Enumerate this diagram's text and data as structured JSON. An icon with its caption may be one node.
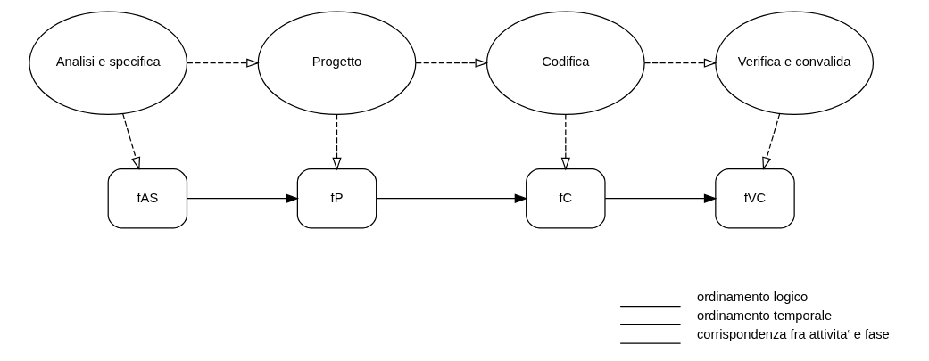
{
  "diagram": {
    "nodes": [
      {
        "text": [
          "Analisi e specifica"
        ]
      },
      {
        "text": [
          "Progetto"
        ]
      },
      {
        "text": [
          "Codifica"
        ]
      },
      {
        "text": [
          "Verifica e convalida"
        ]
      },
      {
        "text": [
          "fAS"
        ]
      },
      {
        "text": [
          "fP"
        ]
      },
      {
        "text": [
          "fC"
        ]
      },
      {
        "text": [
          "fVC"
        ]
      }
    ],
    "edges": [
      {
        "from": 0,
        "to": 1,
        "arrow": "to",
        "style": "dashed"
      },
      {
        "from": 1,
        "to": 2,
        "arrow": "to",
        "style": "dashed"
      },
      {
        "from": 2,
        "to": 3,
        "arrow": "to",
        "style": "dashed"
      },
      {
        "from": 0,
        "to": 4,
        "arrow": "to",
        "style": "dashed"
      },
      {
        "from": 1,
        "to": 5,
        "arrow": "to",
        "style": "dashed"
      },
      {
        "from": 2,
        "to": 6,
        "arrow": "to",
        "style": "dashed"
      },
      {
        "from": 3,
        "to": 7,
        "arrow": "to",
        "style": "dashed"
      },
      {
        "from": 4,
        "to": 5,
        "arrow": "to"
      },
      {
        "from": 5,
        "to": 6,
        "arrow": "to"
      },
      {
        "from": 6,
        "to": 7,
        "arrow": "to"
      }
    ],
    "legend": [
      {
        "text": "ordinamento logico"
      },
      {
        "text": "ordinamento temporale"
      },
      {
        "text": "corrispondenza fra attivita‘ e fase"
      }
    ]
  }
}
